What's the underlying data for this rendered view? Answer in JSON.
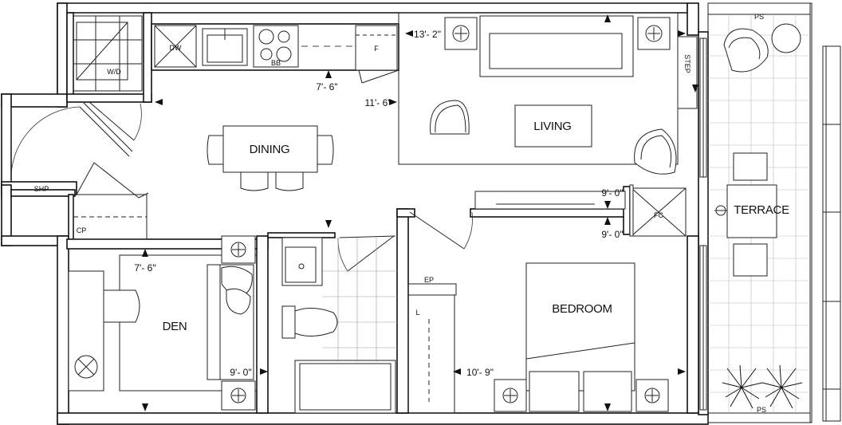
{
  "rooms": {
    "dining": "DINING",
    "living": "LIVING",
    "den": "DEN",
    "bedroom": "BEDROOM",
    "terrace": "TERRACE"
  },
  "labels": {
    "wd": "W/D",
    "dw": "DW",
    "bb": "BB",
    "fridge": "F",
    "shp": "SHP",
    "cp": "CP",
    "fc": "FC",
    "ep": "EP",
    "linen": "L",
    "step": "STEP",
    "ps_top": "PS",
    "ps_bottom": "PS"
  },
  "dimensions": {
    "kitchen_run": "7'- 6\"",
    "living_width": "13'- 2\"",
    "living_depth": "11'- 6\"",
    "bedroom_top": "9'- 0\"",
    "bedroom_depth": "9'- 0\"",
    "den_width": "7'- 6\"",
    "den_depth": "9'- 0\"",
    "bedroom_width": "10'- 9\""
  }
}
